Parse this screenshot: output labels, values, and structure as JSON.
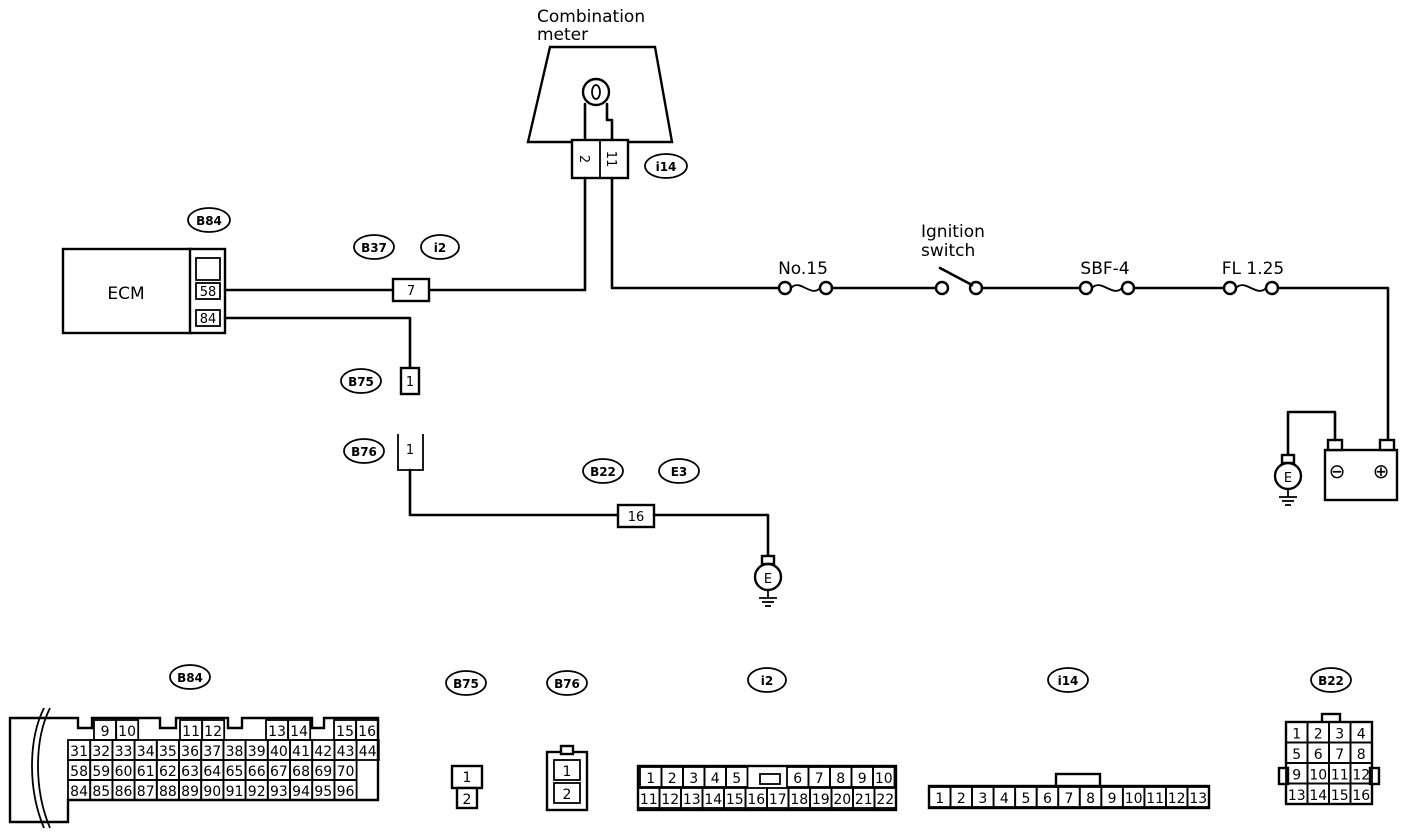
{
  "components": {
    "meter_title_1": "Combination",
    "meter_title_2": "meter",
    "ecm": "ECM",
    "ignition_1": "Ignition",
    "ignition_2": "switch",
    "fuse_no15": "No.15",
    "fuse_sbf4": "SBF-4",
    "fuse_fl125": "FL 1.25",
    "earth_symbol": "E"
  },
  "connector_tags": {
    "b84": "B84",
    "b37": "B37",
    "i2": "i2",
    "i14": "i14",
    "b75": "B75",
    "b76": "B76",
    "b22": "B22",
    "e3": "E3"
  },
  "pins": {
    "meter_a": "2",
    "meter_b": "11",
    "ecm_58": "58",
    "ecm_84": "84",
    "i2_pin": "7",
    "b75_pin": "1",
    "b76_pin": "1",
    "b22_pin": "16"
  },
  "battery": {
    "neg": "⊖",
    "pos": "⊕"
  },
  "connector_faces": {
    "b84": {
      "tag": "B84",
      "rows": [
        [
          "9",
          "10",
          "11",
          "12",
          "13",
          "14",
          "15",
          "16"
        ],
        [
          "31",
          "32",
          "33",
          "34",
          "35",
          "36",
          "37",
          "38",
          "39",
          "40",
          "41",
          "42",
          "43",
          "44"
        ],
        [
          "58",
          "59",
          "60",
          "61",
          "62",
          "63",
          "64",
          "65",
          "66",
          "67",
          "68",
          "69",
          "70"
        ],
        [
          "84",
          "85",
          "86",
          "87",
          "88",
          "89",
          "90",
          "91",
          "92",
          "93",
          "94",
          "95",
          "96"
        ]
      ]
    },
    "b75": {
      "tag": "B75",
      "rows": [
        [
          "1"
        ],
        [
          "2"
        ]
      ]
    },
    "b76": {
      "tag": "B76",
      "rows": [
        [
          "1"
        ],
        [
          "2"
        ]
      ]
    },
    "i2": {
      "tag": "i2",
      "rows": [
        [
          "1",
          "2",
          "3",
          "4",
          "5",
          "6",
          "7",
          "8",
          "9",
          "10"
        ],
        [
          "11",
          "12",
          "13",
          "14",
          "15",
          "16",
          "17",
          "18",
          "19",
          "20",
          "21",
          "22"
        ]
      ]
    },
    "i14": {
      "tag": "i14",
      "rows": [
        [
          "1",
          "2",
          "3",
          "4",
          "5",
          "6",
          "7",
          "8",
          "9",
          "10",
          "11",
          "12",
          "13"
        ]
      ]
    },
    "b22": {
      "tag": "B22",
      "rows": [
        [
          "1",
          "2",
          "3",
          "4"
        ],
        [
          "5",
          "6",
          "7",
          "8"
        ],
        [
          "9",
          "10",
          "11",
          "12"
        ],
        [
          "13",
          "14",
          "15",
          "16"
        ]
      ]
    }
  }
}
